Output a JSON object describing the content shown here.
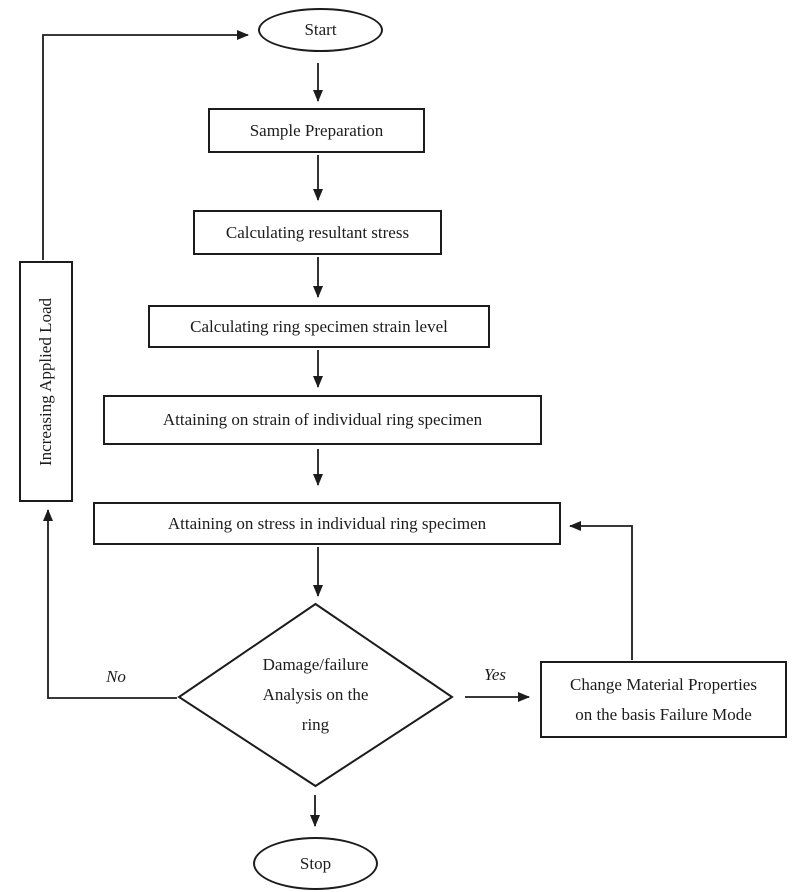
{
  "diagram": {
    "type": "flowchart",
    "nodes": {
      "start": "Start",
      "sample_preparation": "Sample Preparation",
      "calculating_resultant_stress": "Calculating resultant stress",
      "calculating_strain_level": "Calculating ring specimen strain level",
      "attaining_strain": "Attaining on strain of individual ring specimen",
      "attaining_stress": "Attaining on stress in individual ring specimen",
      "decision_lines": [
        "Damage/failure",
        "Analysis on the",
        "ring"
      ],
      "change_material_lines": [
        "Change Material Properties",
        "on the basis Failure Mode"
      ],
      "increasing_load": "Increasing Applied Load",
      "stop": "Stop"
    },
    "edge_labels": {
      "no": "No",
      "yes": "Yes"
    },
    "colors": {
      "line": "#1c1c1c",
      "background": "#ffffff"
    }
  }
}
